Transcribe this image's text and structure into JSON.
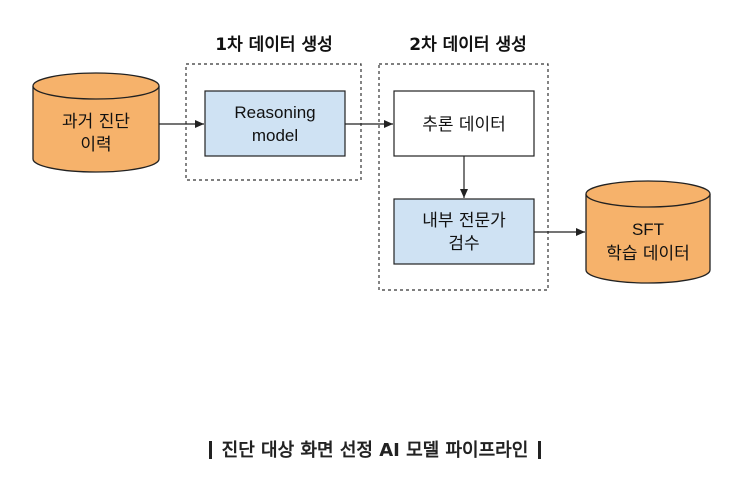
{
  "diagram": {
    "stage1_title": "1차 데이터 생성",
    "stage2_title": "2차 데이터 생성",
    "source_db": {
      "line1": "과거 진단",
      "line2": "이력"
    },
    "reasoning_model": {
      "line1": "Reasoning",
      "line2": "model"
    },
    "inference_data": {
      "label": "추론 데이터"
    },
    "expert_review": {
      "line1": "내부 전문가",
      "line2": "검수"
    },
    "sft_db": {
      "line1": "SFT",
      "line2": "학습 데이터"
    }
  },
  "caption": {
    "text": "진단 대상 화면 선정 AI 모델 파이프라인"
  },
  "colors": {
    "cylinder_fill": "#F6B26B",
    "model_fill": "#CFE2F3",
    "box_fill": "#FFFFFF",
    "stroke": "#222222"
  }
}
